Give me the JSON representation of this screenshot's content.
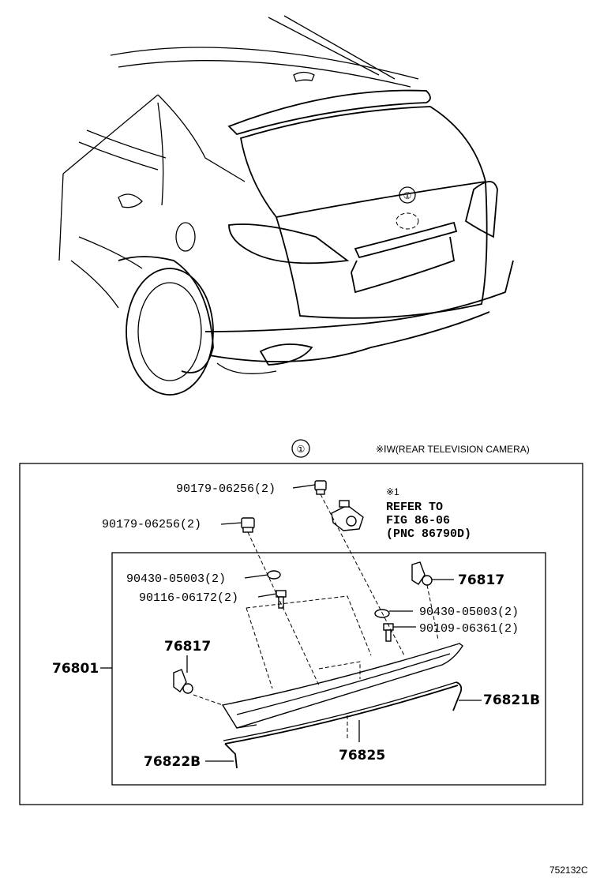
{
  "header": {
    "callout_symbol": "①",
    "note": "※ⅠW(REAR TELEVISION CAMERA)"
  },
  "vehicle": {
    "callout_symbol": "①"
  },
  "parts": {
    "nut_upper": "90179-06256(2)",
    "nut_left": "90179-06256(2)",
    "washer_left": "90430-05003(2)",
    "bolt_left": "90116-06172(2)",
    "washer_right": "90430-05003(2)",
    "bolt_right": "90109-06361(2)",
    "clip_right": "76817",
    "clip_left": "76817",
    "assembly": "76801",
    "molding": "76825",
    "end_cap_right": "76821B",
    "end_cap_left": "76822B"
  },
  "reference": {
    "mark": "※1",
    "line1": "REFER TO",
    "line2": "FIG 86-06",
    "line3": "(PNC 86790D)"
  },
  "footer": {
    "figure_code": "752132C"
  }
}
